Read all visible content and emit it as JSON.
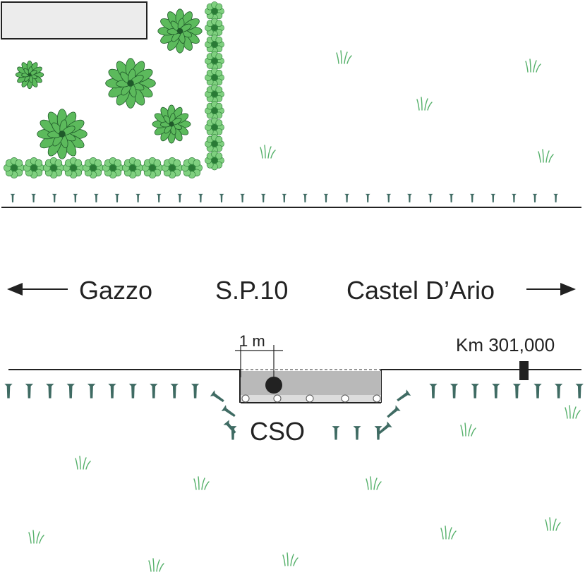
{
  "labels": {
    "west_destination": "Gazzo",
    "road_name": "S.P.10",
    "east_destination": "Castel D’Ario",
    "scale": "1 m",
    "kilometre_marker": "Km 301,000",
    "site": "CSO"
  },
  "colors": {
    "hedge_green": "#3aa84a",
    "tree_green": "#5cba5c",
    "tree_outline": "#1f5a2a",
    "post_teal": "#3f6b63",
    "grass_green": "#55b06a",
    "road_line": "#222222",
    "culvert_fill": "#b9b9b9",
    "building_fill": "#ececec"
  },
  "icons": {
    "tree": "tree-icon",
    "hedge": "hedge-icon",
    "grass": "grass-tuft-icon",
    "post": "fence-post-icon",
    "arrow_west": "arrow-left-icon",
    "arrow_east": "arrow-right-icon"
  }
}
